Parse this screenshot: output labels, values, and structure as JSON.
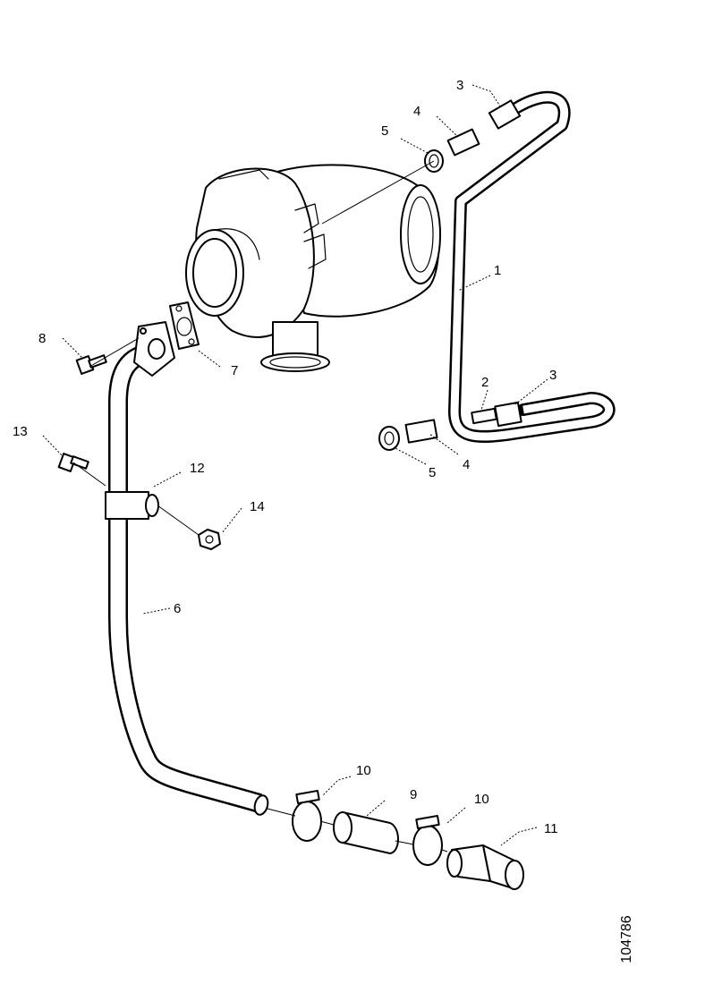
{
  "diagram": {
    "reference_number": "104786",
    "callouts": {
      "c1": "1",
      "c2": "2",
      "c3a": "3",
      "c3b": "3",
      "c4a": "4",
      "c4b": "4",
      "c5a": "5",
      "c5b": "5",
      "c6": "6",
      "c7": "7",
      "c8": "8",
      "c9": "9",
      "c10a": "10",
      "c10b": "10",
      "c11": "11",
      "c12": "12",
      "c13": "13",
      "c14": "14"
    }
  }
}
